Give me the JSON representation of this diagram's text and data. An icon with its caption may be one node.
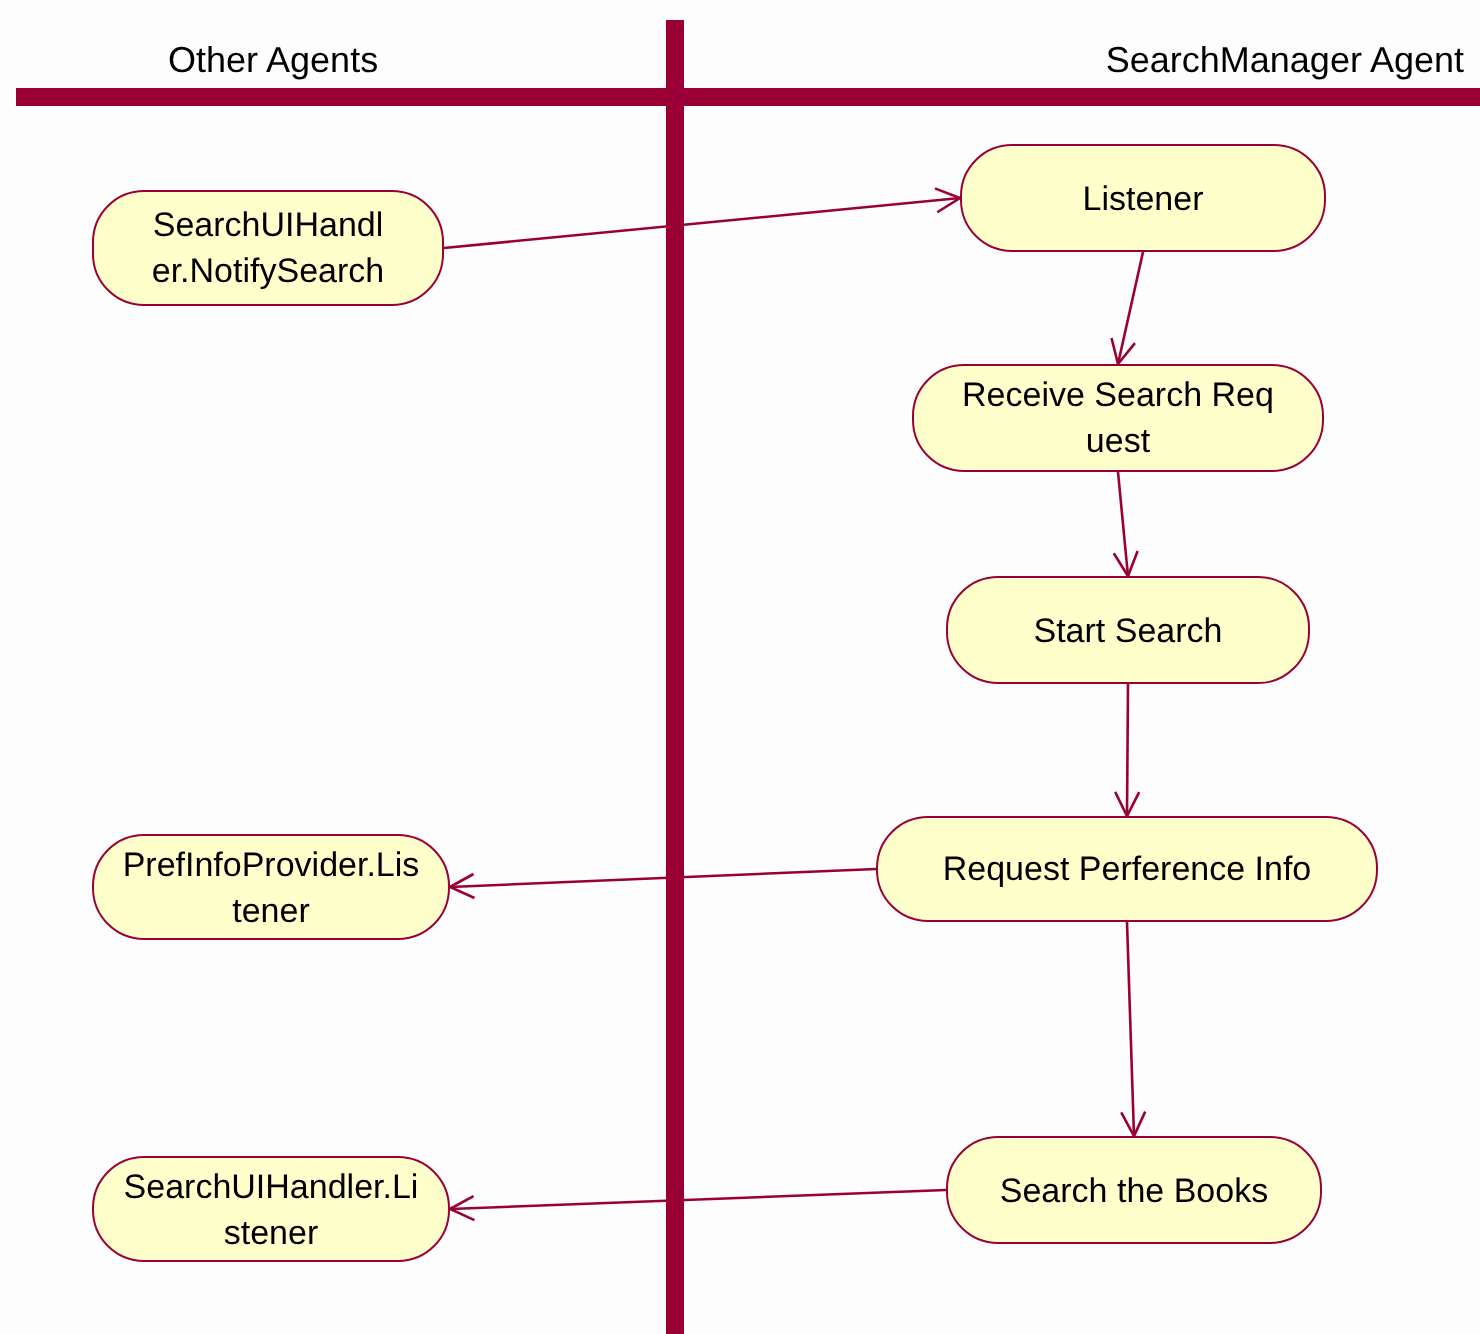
{
  "diagram": {
    "nodes": [
      {
        "text": [
          "SearchUIHandler.NotifySearch"
        ]
      },
      {
        "text": [
          "Listener"
        ]
      },
      {
        "text": [
          "Receive Search Request"
        ]
      },
      {
        "text": [
          "Start Search"
        ]
      },
      {
        "text": [
          "Request Perference Info"
        ]
      },
      {
        "text": [
          "Search the Books"
        ]
      },
      {
        "text": [
          "PrefInfoProvider.Listener"
        ]
      },
      {
        "text": [
          "SearchUIHandler.Listener"
        ]
      }
    ],
    "edges": [
      {
        "from": 0,
        "to": 1,
        "arrow": "to"
      },
      {
        "from": 1,
        "to": 2,
        "arrow": "to"
      },
      {
        "from": 2,
        "to": 3,
        "arrow": "to"
      },
      {
        "from": 3,
        "to": 4,
        "arrow": "to"
      },
      {
        "from": 4,
        "to": 6,
        "arrow": "to"
      },
      {
        "from": 4,
        "to": 5,
        "arrow": "to"
      },
      {
        "from": 5,
        "to": 7,
        "arrow": "to"
      }
    ],
    "labels": [
      "Other Agents",
      "SearchManager Agent"
    ]
  }
}
